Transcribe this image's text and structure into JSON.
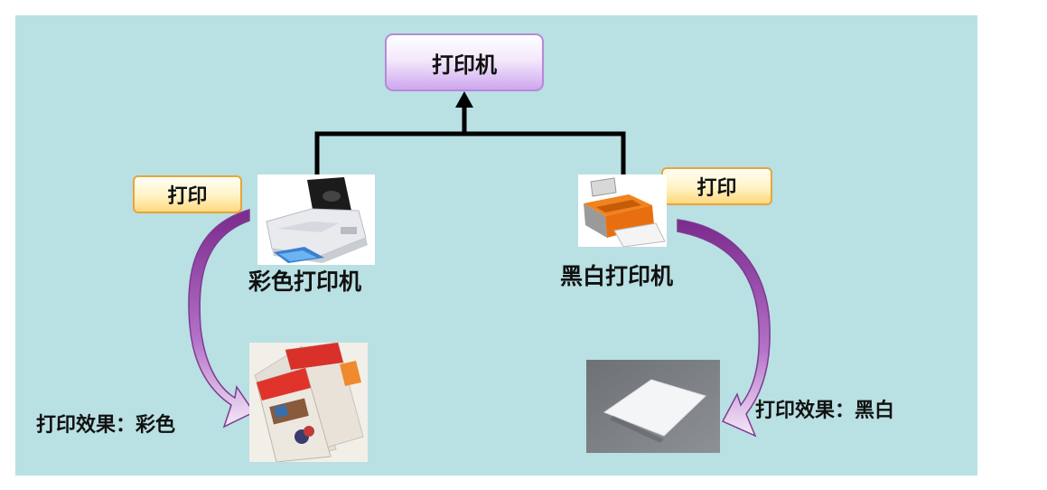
{
  "diagram": {
    "root": {
      "label": "打印机"
    },
    "children": [
      {
        "name": "彩色打印机",
        "action_tag": "打印",
        "result_label": "打印效果：彩色"
      },
      {
        "name": "黑白打印机",
        "action_tag": "打印",
        "result_label": "打印效果：黑白"
      }
    ]
  },
  "colors": {
    "background": "#b9e0e3",
    "connector": "#000000",
    "curved_arrow": "#8e3fa0",
    "root_border": "#b48ad8",
    "tag_border": "#e8a53a"
  }
}
